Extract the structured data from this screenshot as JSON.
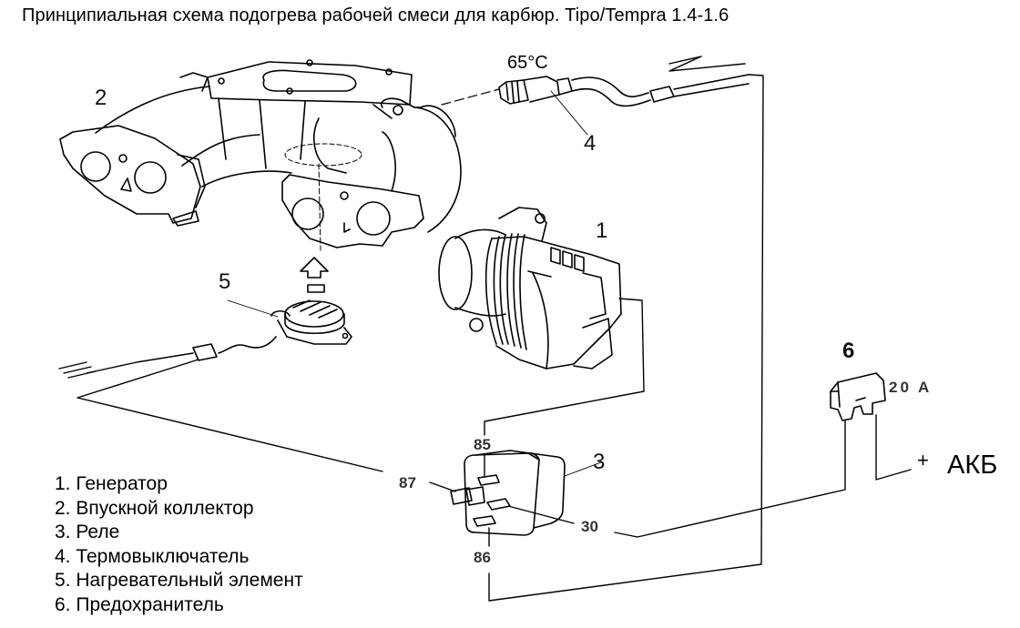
{
  "title": "Принципиальная схема подогрева рабочей смеси для карбюр. Tipo/Tempra 1.4-1.6",
  "callouts": {
    "generator": "1",
    "manifold": "2",
    "relay": "3",
    "thermoswitch": "4",
    "heater": "5",
    "fuse": "6"
  },
  "thermoswitch_temp": "65°C",
  "relay_pins": {
    "p85": "85",
    "p86": "86",
    "p87": "87",
    "p30": "30"
  },
  "fuse_rating": "20 A",
  "battery": {
    "label": "АКБ",
    "polarity": "+"
  },
  "legend": [
    "1. Генератор",
    "2. Впускной коллектор",
    "3. Реле",
    "4. Термовыключатель",
    "5. Нагревательный элемент",
    "6. Предохранитель"
  ],
  "colors": {
    "line": "#000000",
    "background": "#ffffff"
  }
}
